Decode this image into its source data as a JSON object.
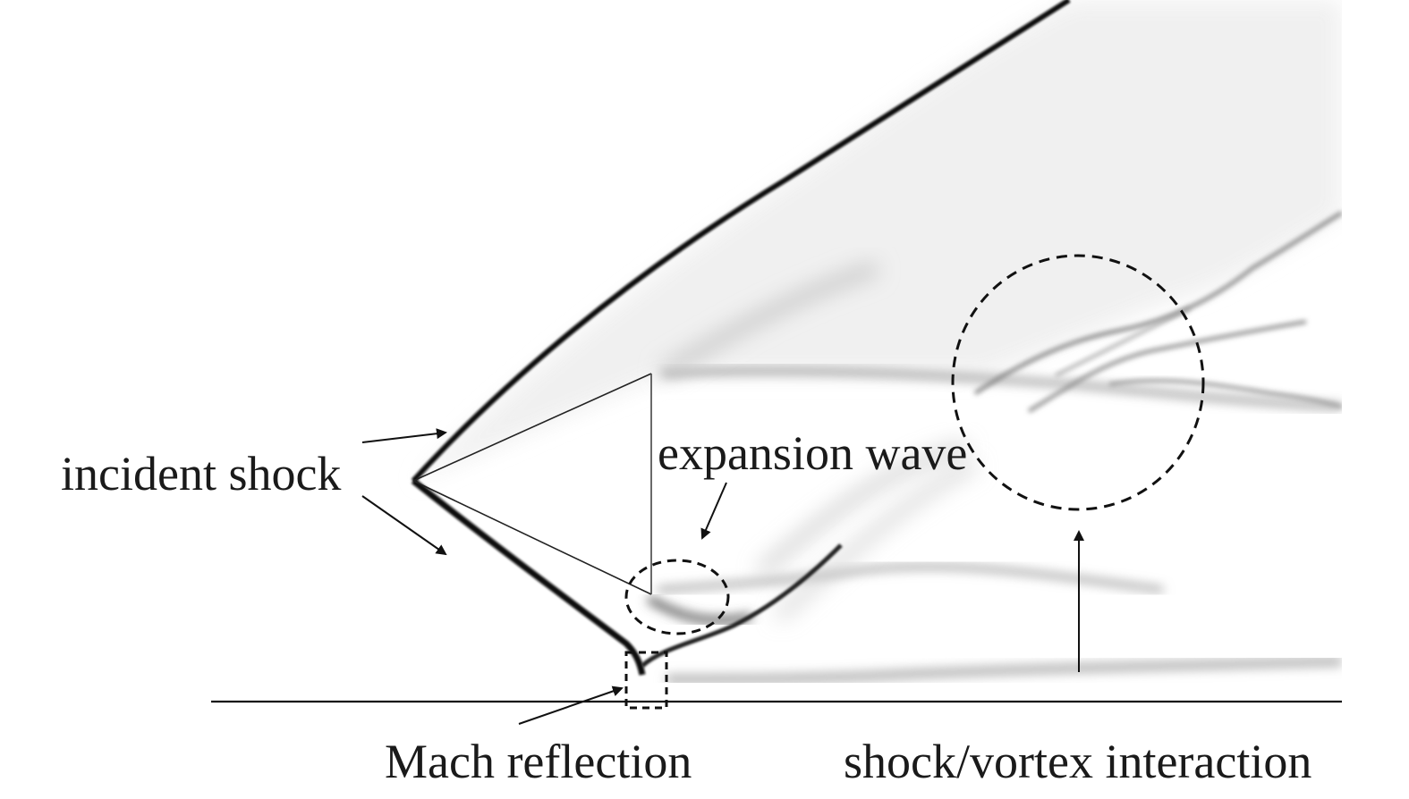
{
  "figure": {
    "labels": {
      "incident_shock": "incident shock",
      "expansion_wave": "expansion wave",
      "mach_reflection": "Mach reflection",
      "shock_vortex_interaction": "shock/vortex interaction"
    },
    "colors": {
      "background": "#ffffff",
      "shock": "#111111",
      "annotation": "#1a1a1a"
    }
  }
}
